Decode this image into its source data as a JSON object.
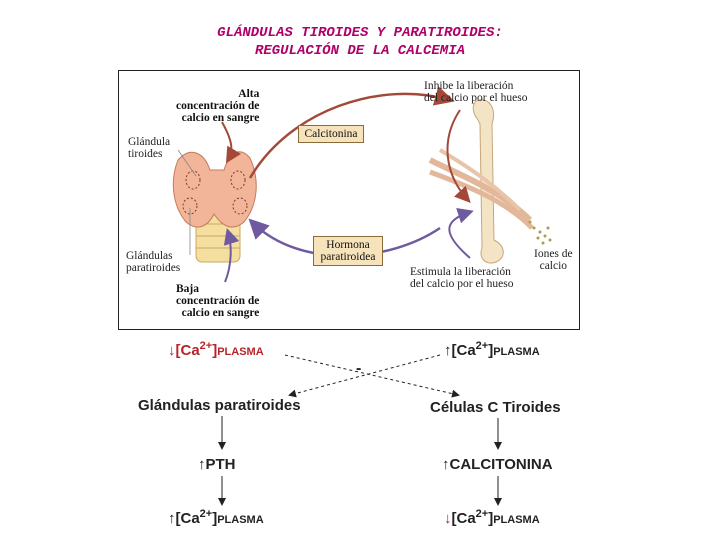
{
  "title": {
    "line1": "GLÁNDULAS TIROIDES Y PARATIROIDES:",
    "line2": "REGULACIÓN DE LA CALCEMIA"
  },
  "panel": {
    "alta": [
      "Alta",
      "concentración de",
      "calcio en sangre"
    ],
    "glandula_tiroides": [
      "Glándula",
      "tiroides"
    ],
    "glandulas_paratiroides": [
      "Glándulas",
      "paratiroides"
    ],
    "baja": [
      "Baja",
      "concentración de",
      "calcio en sangre"
    ],
    "calcitonina_box": "Calcitonina",
    "hormona_box": [
      "Hormona",
      "paratiroidea"
    ],
    "inhibe": [
      "Inhibe la liberación",
      "del calcio por el hueso"
    ],
    "estimula": [
      "Estimula la liberación",
      "del calcio por el hueso"
    ],
    "iones": [
      "Iones de",
      "calcio"
    ]
  },
  "flow": {
    "down_arrow": "↓",
    "up_arrow": "↑",
    "ca": "[Ca",
    "charge": "2+",
    "close": "]",
    "plasma": "PLASMA",
    "minus": "-",
    "glandulas_paratiroides": "Glándulas paratiroides",
    "celulas_c": "Células C Tiroides",
    "pth": "PTH",
    "calcitonina": "CALCITONINA"
  },
  "colors": {
    "title": "#b0006a",
    "low_calcium": "#b8242a",
    "arrow_red": "#a4493a",
    "arrow_purple": "#6f5aa0"
  }
}
